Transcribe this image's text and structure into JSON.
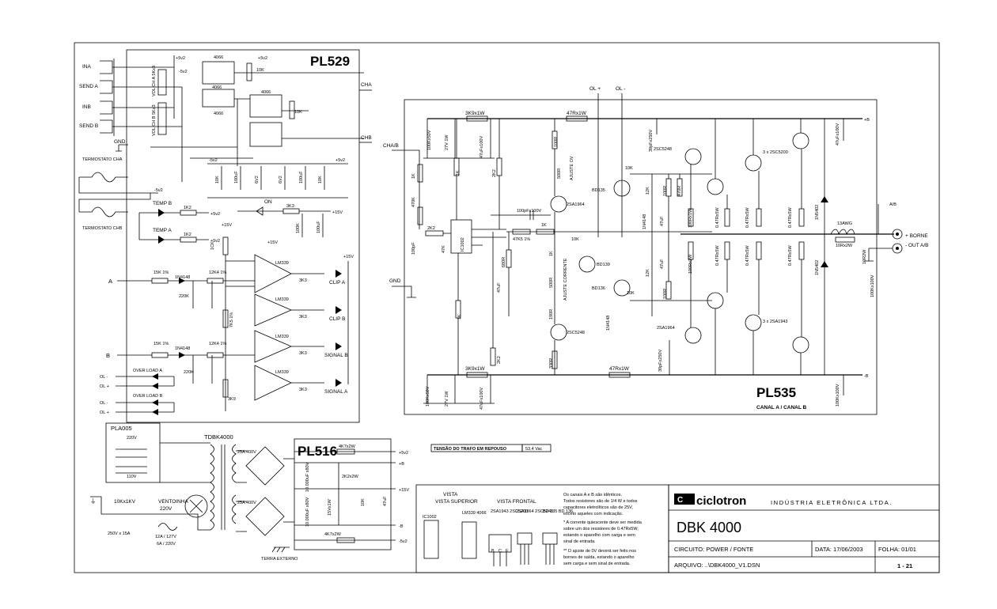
{
  "boards": {
    "pl529": "PL529",
    "pl535": "PL535",
    "pl535_sub": "CANAL A / CANAL B",
    "pl516": "PL516",
    "pla005": "PLA005",
    "trafo": "TDBK4000"
  },
  "pl529": {
    "inputs": [
      "INA",
      "SEND A",
      "INB",
      "SEND B",
      "GND"
    ],
    "pots": [
      "VOL CH A 5Kx3",
      "VOL CH B 5Kx3"
    ],
    "ic4066": [
      "4066",
      "4066",
      "4066",
      "4066"
    ],
    "supplies": [
      "+5v2",
      "-5v2",
      "+5v2",
      "+15V",
      "+15V",
      "-5v2"
    ],
    "outs": [
      "CHA",
      "CHB"
    ],
    "therm": [
      "TERMOSTATO CHA",
      "TERMOSTATO CHB"
    ],
    "temp": [
      "TEMP B",
      "TEMP A",
      "1K2",
      "1K2"
    ],
    "on": [
      "ON",
      "3K3"
    ],
    "caps": [
      "10K",
      "100uF",
      "6V2",
      "6V2",
      "100uF",
      "10K",
      "100K",
      "100uF"
    ],
    "comparators": [
      "LM339",
      "LM339",
      "LM339",
      "LM339"
    ],
    "inA": [
      "A",
      "15K 1%",
      "1N4148",
      "220K",
      "12K4 1%"
    ],
    "inB": [
      "B",
      "15K 1%",
      "1N4148",
      "220K",
      "12K4 1%"
    ],
    "res": [
      "1CK",
      "7K5 1%",
      "3K9",
      "3K3",
      "3K3",
      "3K3",
      "3K3"
    ],
    "leds": [
      "CLIP A",
      "CLIP B",
      "SIGNAL B",
      "SIGNAL A"
    ],
    "overload": [
      "OL -",
      "OL +",
      "OVER LOAD A",
      "OL -",
      "OL +",
      "OVER LOAD B"
    ]
  },
  "pl535": {
    "rails": [
      "OL +",
      "OL -"
    ],
    "in": [
      "CHA/B",
      "GND"
    ],
    "top": [
      "3K9x1W",
      "47Rx1W",
      "100R",
      "500R",
      "AJUSTE OV",
      "2K2",
      "1K",
      "100K",
      "27V 1W",
      "100Kx50V",
      "47uFx100V",
      "47uFx100V"
    ],
    "ic": [
      "IC1002",
      "2K2",
      "47K",
      "100pF",
      "470K",
      "1K"
    ],
    "mid": [
      "100pFx100V",
      "47K5 1%",
      "1K",
      "10K",
      "2SA1964",
      "2SC5248",
      "BD135",
      "BD136",
      "BD139"
    ],
    "bias": [
      "680R",
      "47uF",
      "500R",
      "AJUSTE CORRENTE",
      "1K",
      "190R",
      "330R",
      "2K2",
      "1K"
    ],
    "drv": [
      "10K",
      "12K",
      "12K",
      "100R",
      "100R",
      "470R",
      "1N4148",
      "1N4148",
      "47uF",
      "47uF",
      "10K"
    ],
    "out": [
      "2SC5248",
      "2SA1964",
      "3 x 2SC5200",
      "3 x 2SA1943",
      "39pFx250V",
      "39pFx250V"
    ],
    "emit": [
      "0.47Rx5W",
      "0.47Rx5W",
      "0.47Rx5W",
      "0.47Rx5W",
      "0.47Rx5W",
      "0.47Rx5W",
      "100Rx1W",
      "100Rx1W"
    ],
    "output": [
      "13AWG",
      "10Rx2W",
      "1N5402",
      "1N5402",
      "10R2W",
      "100Kx100V",
      "A/B",
      "+ BORNE",
      "- OUT A/B"
    ],
    "bottom": [
      "3K9x1W",
      "47Rx1W",
      "27V 1W",
      "100Kx50V",
      "47uFx100V",
      "100Kx100V"
    ],
    "supply_tags": [
      "+B",
      "-B",
      "-B"
    ]
  },
  "power": {
    "pla": [
      "220V",
      "110V"
    ],
    "switch": [
      "10Kx1KV",
      "250V x 15A"
    ],
    "fan": [
      "VENTOINHA",
      "220V"
    ],
    "fuse": [
      "12A / 127V",
      "6A / 220V"
    ],
    "bridges": [
      "25A 400V",
      "25A 400V"
    ],
    "pl516": [
      "4K7x2W",
      "2K2x2W",
      "10.000uF x80V",
      "10.000uF x80V",
      "15Vx1W",
      "10K",
      "47uF",
      "4K7x2W"
    ],
    "out_tags": [
      "+5v2",
      "+B",
      "+15V",
      "-B",
      "-5v2"
    ],
    "ground": "TERRA EXTERNO"
  },
  "tension": {
    "label": "TENSÃO DO TRAFO EM REPOUSO",
    "value": "53,4 Vac"
  },
  "legend": {
    "vista_superior": "VISTA SUPERIOR",
    "vista_frontal": "VISTA FRONTAL",
    "ic1002": "IC1002",
    "lm339": "LM339 4066",
    "trans1": "2SA1943 2SC5200",
    "trans2": "2SA1964 2SC5248",
    "trans3": "BD 135 BD 136",
    "bce": [
      "B",
      "C",
      "E"
    ],
    "notes": [
      "Os canais A e B são idênticos.",
      "Todos resistores são de 1/4 W e todos",
      "capacitores eletrolíticos são de 25V,",
      "exceto aqueles com indicação.",
      "* A corrente quiescente deve ser medida",
      "sobre um dos resistores de 0.47Rx5W,",
      "estando o aparelho com carga e sem",
      "sinal de entrada.",
      "** O ajuste de 0V deverá ser feito nos",
      "bornes de saída, estando o aparelho",
      "sem carga e sem sinal de entrada."
    ]
  },
  "titleblock": {
    "brand": "ciclotron",
    "company": "INDÚSTRIA ELETRÔNICA LTDA.",
    "model": "DBK 4000",
    "circuit": "CIRCUITO: POWER / FONTE",
    "date": "DATA: 17/06/2003",
    "sheet": "FOLHA: 01/01",
    "file": "ARQUIVO: ..\\DBK4000_V1.DSN",
    "page": "1 - 21"
  }
}
